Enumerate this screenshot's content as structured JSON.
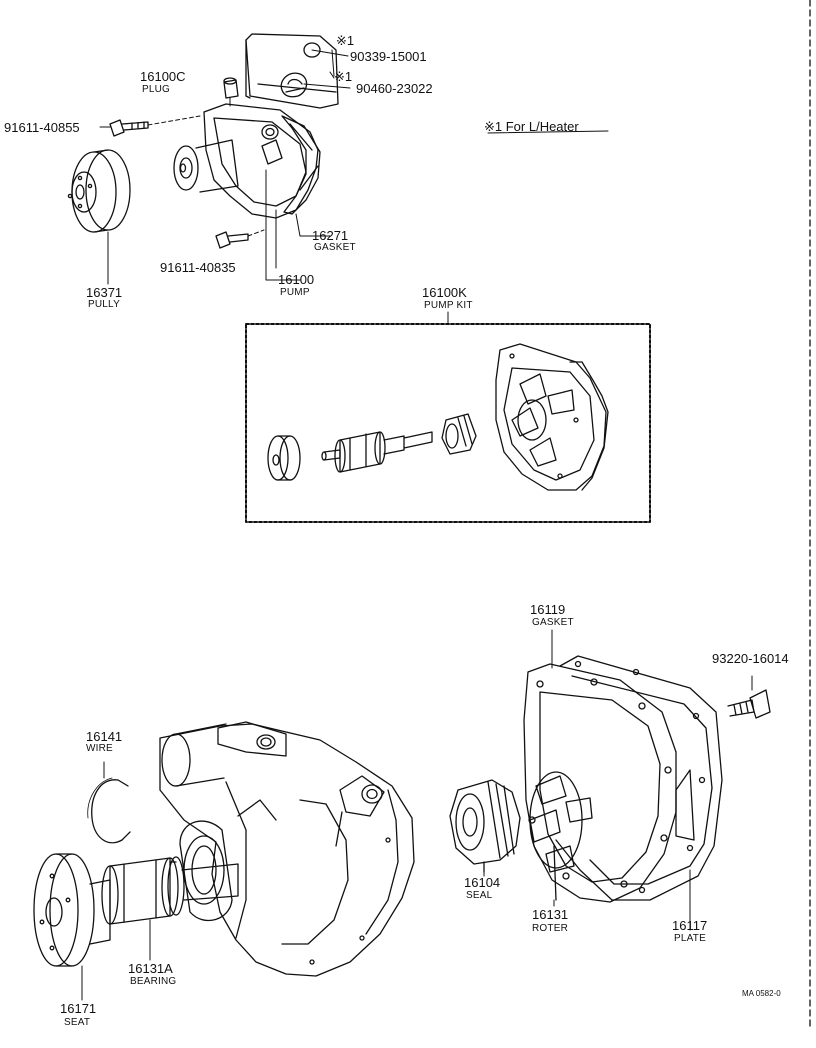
{
  "diagram": {
    "parts": [
      {
        "id": "p90339",
        "number": "90339-15001",
        "mark": "※1"
      },
      {
        "id": "p90460",
        "number": "90460-23022",
        "mark": "※1"
      },
      {
        "id": "p16100c",
        "number": "16100C",
        "name": "PLUG"
      },
      {
        "id": "p91611a",
        "number": "91611-40855"
      },
      {
        "id": "p16271",
        "number": "16271",
        "name": "GASKET"
      },
      {
        "id": "p91611b",
        "number": "91611-40835"
      },
      {
        "id": "p16100",
        "number": "16100",
        "name": "PUMP"
      },
      {
        "id": "p16371",
        "number": "16371",
        "name": "PULLY"
      },
      {
        "id": "p16100k",
        "number": "16100K",
        "name": "PUMP KIT"
      },
      {
        "id": "p16119",
        "number": "16119",
        "name": "GASKET"
      },
      {
        "id": "p93220",
        "number": "93220-16014"
      },
      {
        "id": "p16141",
        "number": "16141",
        "name": "WIRE"
      },
      {
        "id": "p16104",
        "number": "16104",
        "name": "SEAL"
      },
      {
        "id": "p16131",
        "number": "16131",
        "name": "ROTER"
      },
      {
        "id": "p16117",
        "number": "16117",
        "name": "PLATE"
      },
      {
        "id": "p16131a",
        "number": "16131A",
        "name": "BEARING"
      },
      {
        "id": "p16171",
        "number": "16171",
        "name": "SEAT"
      }
    ],
    "note": "※1 For L/Heater",
    "drawing_code": "MA 0582-0"
  }
}
